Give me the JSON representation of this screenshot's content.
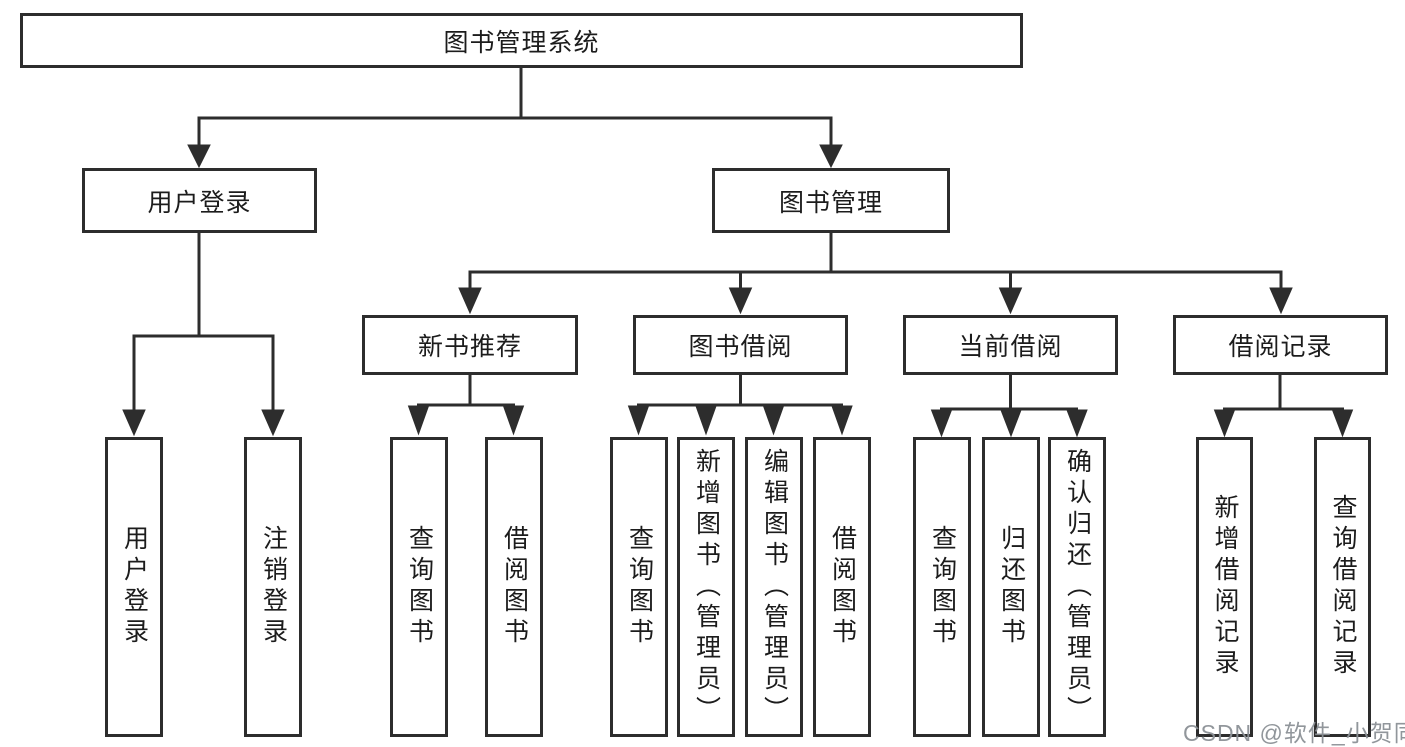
{
  "tree": {
    "root": {
      "label": "图书管理系统"
    },
    "level2": [
      {
        "label": "用户登录"
      },
      {
        "label": "图书管理"
      }
    ],
    "level3": [
      {
        "label": "新书推荐"
      },
      {
        "label": "图书借阅"
      },
      {
        "label": "当前借阅"
      },
      {
        "label": "借阅记录"
      }
    ],
    "leaves": {
      "user_login": [
        {
          "label": "用户登录"
        },
        {
          "label": "注销登录"
        }
      ],
      "new_book_recommend": [
        {
          "label": "查询图书"
        },
        {
          "label": "借阅图书"
        }
      ],
      "book_borrow": [
        {
          "label": "查询图书"
        },
        {
          "label": "新增图书（管理员）"
        },
        {
          "label": "编辑图书（管理员）"
        },
        {
          "label": "借阅图书"
        }
      ],
      "current_borrow": [
        {
          "label": "查询图书"
        },
        {
          "label": "归还图书"
        },
        {
          "label": "确认归还（管理员）"
        }
      ],
      "borrow_records": [
        {
          "label": "新增借阅记录"
        },
        {
          "label": "查询借阅记录"
        }
      ]
    }
  },
  "watermark": {
    "text": "CSDN @软件_小贺同学"
  },
  "colors": {
    "line": "#2d2d2d",
    "text": "#1c1c1c",
    "box_background": "#ffffff",
    "watermark": "#8b9096",
    "background": "#ffffff"
  }
}
